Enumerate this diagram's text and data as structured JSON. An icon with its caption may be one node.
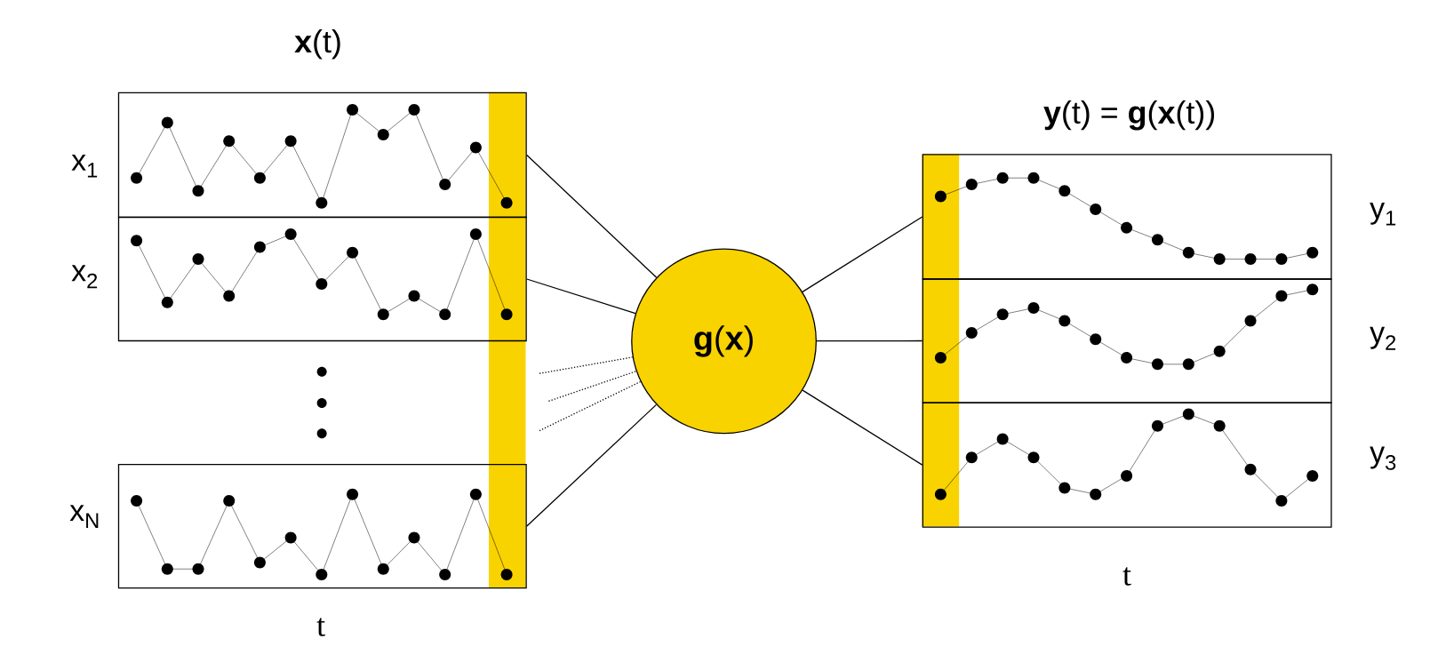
{
  "diagram": {
    "nodes": [
      {
        "text": [],
        "shape": "box",
        "beside": [
          "x$_{1}$"
        ]
      },
      {
        "text": [],
        "shape": "box",
        "beside": [
          "x$_{2}$"
        ]
      },
      {
        "text": [],
        "shape": "box",
        "beside": [
          "x$_{N}$"
        ]
      },
      {
        "text": [
          "**g**(**x**)"
        ]
      },
      {
        "text": [],
        "shape": "box",
        "beside": [
          "y$_{1}$"
        ]
      },
      {
        "text": [],
        "shape": "box",
        "beside": [
          "y$_{2}$"
        ]
      },
      {
        "text": [],
        "shape": "box",
        "beside": [
          "y$_{3}$"
        ]
      }
    ],
    "edges": [
      {
        "from": 0,
        "to": 3,
        "arrow": "none"
      },
      {
        "from": 1,
        "to": 3,
        "arrow": "none"
      },
      {
        "from": 2,
        "to": 3,
        "arrow": "none"
      },
      {
        "from": null,
        "to": 3,
        "arrow": "none",
        "style": "dashed"
      },
      {
        "from": null,
        "to": 3,
        "arrow": "none",
        "style": "dashed"
      },
      {
        "from": null,
        "to": 3,
        "arrow": "none",
        "style": "dashed"
      },
      {
        "from": 3,
        "to": 4,
        "arrow": "none"
      },
      {
        "from": 3,
        "to": 5,
        "arrow": "none"
      },
      {
        "from": 3,
        "to": 6,
        "arrow": "none"
      }
    ],
    "labels": [
      "**x**(t)",
      "**y**(t) = **g**(**x**(t))",
      "t",
      "t"
    ]
  }
}
